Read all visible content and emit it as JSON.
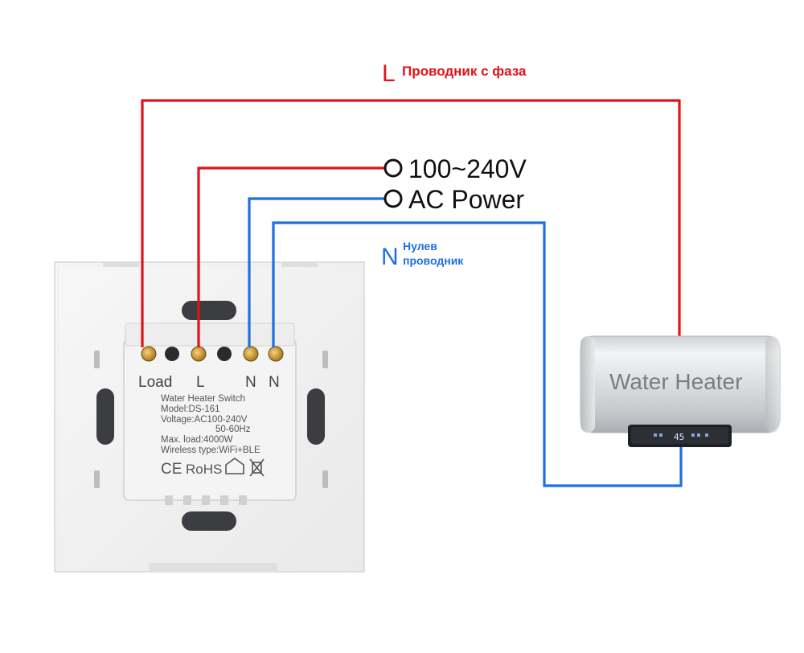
{
  "labels": {
    "phase_letter": "L",
    "phase_text": "Проводник с фаза",
    "neutral_letter": "N",
    "neutral_text_line1": "Нулев",
    "neutral_text_line2": "проводник",
    "power_line1": "100~240V",
    "power_line2": "AC Power"
  },
  "switch": {
    "terminals": [
      "Load",
      "L",
      "N",
      "N"
    ],
    "info_lines": [
      "Water Heater Switch",
      "Model:DS-161",
      "Voltage:AC100-240V",
      "50-60Hz",
      "Max. load:4000W",
      "Wireless type:WiFi+BLE"
    ],
    "marks": [
      "CE",
      "RoHS"
    ]
  },
  "heater": {
    "title": "Water Heater",
    "display": "45"
  },
  "colors": {
    "phase": "#e0131b",
    "neutral": "#1f6fde",
    "phase_text": "#e0131b",
    "neutral_text": "#1f6fde"
  }
}
